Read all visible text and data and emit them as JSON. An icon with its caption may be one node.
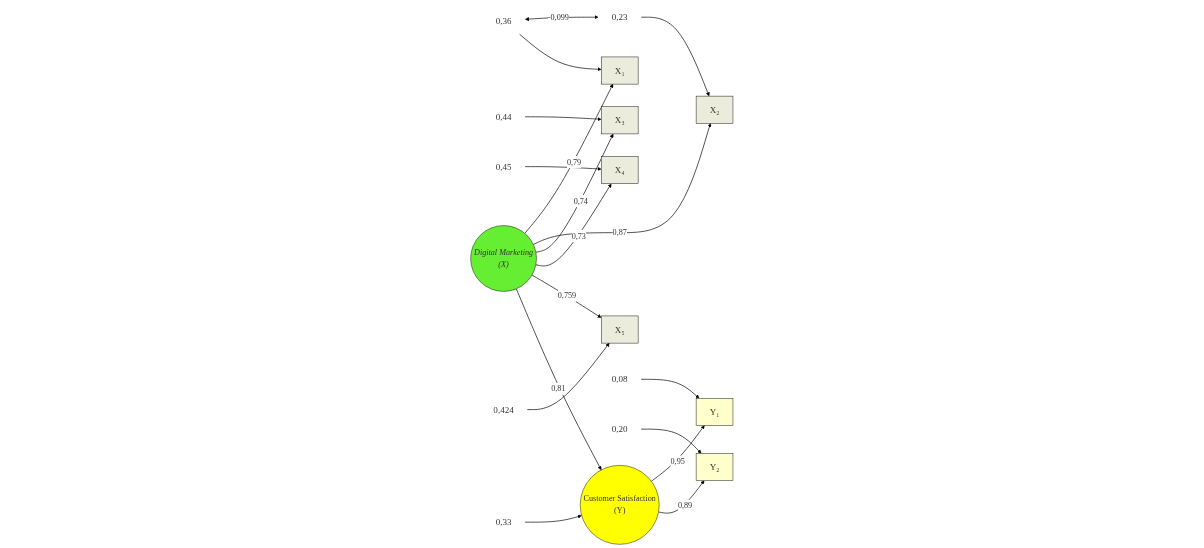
{
  "diagram": {
    "nodes": [
      {
        "text": [
          "0,36"
        ]
      },
      {
        "text": [
          "X₁"
        ]
      },
      {
        "text": [
          "0,23"
        ]
      },
      {
        "text": [
          "X₂"
        ]
      },
      {
        "text": [
          "0,44"
        ]
      },
      {
        "text": [
          "X₃"
        ]
      },
      {
        "text": [
          "0,45"
        ]
      },
      {
        "text": [
          "X₄"
        ]
      },
      {
        "text": [
          "0,424"
        ]
      },
      {
        "text": [
          "X₅"
        ]
      },
      {
        "text": [
          "Digital Marketing",
          "(X)"
        ]
      },
      {
        "text": [
          "Customer Satisfaction",
          "(Y)"
        ]
      },
      {
        "text": [
          "0,08"
        ]
      },
      {
        "text": [
          "Y₁"
        ]
      },
      {
        "text": [
          "0,20"
        ]
      },
      {
        "text": [
          "Y₂"
        ]
      },
      {
        "text": [
          "0,33"
        ]
      }
    ],
    "edges": [
      {
        "from": 0,
        "to": 2,
        "arrow": "both",
        "label": "-0,099"
      },
      {
        "from": 0,
        "to": 1,
        "arrow": "to"
      },
      {
        "from": 2,
        "to": 3,
        "arrow": "to"
      },
      {
        "from": 4,
        "to": 5,
        "arrow": "to"
      },
      {
        "from": 6,
        "to": 7,
        "arrow": "to"
      },
      {
        "from": 8,
        "to": 9,
        "arrow": "to"
      },
      {
        "from": 10,
        "to": 1,
        "arrow": "to",
        "label": "0,79"
      },
      {
        "from": 10,
        "to": 3,
        "arrow": "to",
        "label": "0,87"
      },
      {
        "from": 10,
        "to": 5,
        "arrow": "to",
        "label": "0,74"
      },
      {
        "from": 10,
        "to": 7,
        "arrow": "to",
        "label": "0,73"
      },
      {
        "from": 10,
        "to": 9,
        "arrow": "to",
        "label": "0,759"
      },
      {
        "from": 10,
        "to": 11,
        "arrow": "to",
        "label": "0,81"
      },
      {
        "from": 11,
        "to": 13,
        "arrow": "to",
        "label": "0,95"
      },
      {
        "from": 11,
        "to": 15,
        "arrow": "to",
        "label": "0,89"
      },
      {
        "from": 12,
        "to": 13,
        "arrow": "to"
      },
      {
        "from": 14,
        "to": 15,
        "arrow": "to"
      },
      {
        "from": 16,
        "to": 11,
        "arrow": "to"
      }
    ]
  }
}
